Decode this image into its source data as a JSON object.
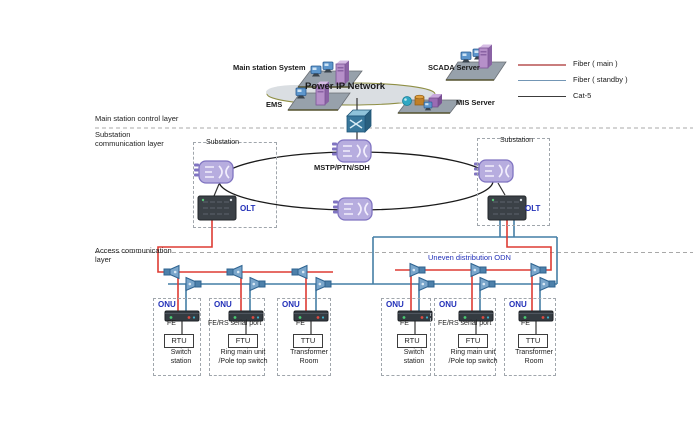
{
  "top": {
    "main_station": "Main station System",
    "scada": "SCADA Server",
    "cloud": "Power IP Network",
    "ems": "EMS",
    "mis": "MIS Server"
  },
  "layers": {
    "control": "Main station control layer",
    "substation": "Substation communication layer",
    "access": "Access communication layer"
  },
  "ring_label": "MSTP/PTN/SDH",
  "odn_label": "Uneven distribution ODN",
  "substations": [
    {
      "title": "Substation",
      "device": "OLT"
    },
    {
      "title": "Substation",
      "device": "OLT"
    }
  ],
  "onu_groups": [
    {
      "units": [
        {
          "name": "ONU",
          "port": "FE",
          "terminal": "RTU",
          "site": "Switch station"
        },
        {
          "name": "ONU",
          "port": "FE/RS serial port",
          "terminal": "FTU",
          "site": "Ring main unit /Pole top switch"
        },
        {
          "name": "ONU",
          "port": "FE",
          "terminal": "TTU",
          "site": "Transformer Room"
        }
      ]
    },
    {
      "units": [
        {
          "name": "ONU",
          "port": "FE",
          "terminal": "RTU",
          "site": "Switch station"
        },
        {
          "name": "ONU",
          "port": "FE/RS serial port",
          "terminal": "FTU",
          "site": "Ring main unit /Pole top switch"
        },
        {
          "name": "ONU",
          "port": "FE",
          "terminal": "TTU",
          "site": "Transformer Room"
        }
      ]
    }
  ],
  "legend": [
    {
      "label": "Fiber ( main )",
      "color": "#c97d7d"
    },
    {
      "label": "Fiber ( standby )",
      "color": "#7396b5"
    },
    {
      "label": "Cat-5",
      "color": "#3c3c3c"
    }
  ],
  "colors": {
    "fiber_main": "#dd3b33",
    "fiber_standby": "#447fa5",
    "cat5": "#333333",
    "device_label_blue": "#2230b8"
  }
}
